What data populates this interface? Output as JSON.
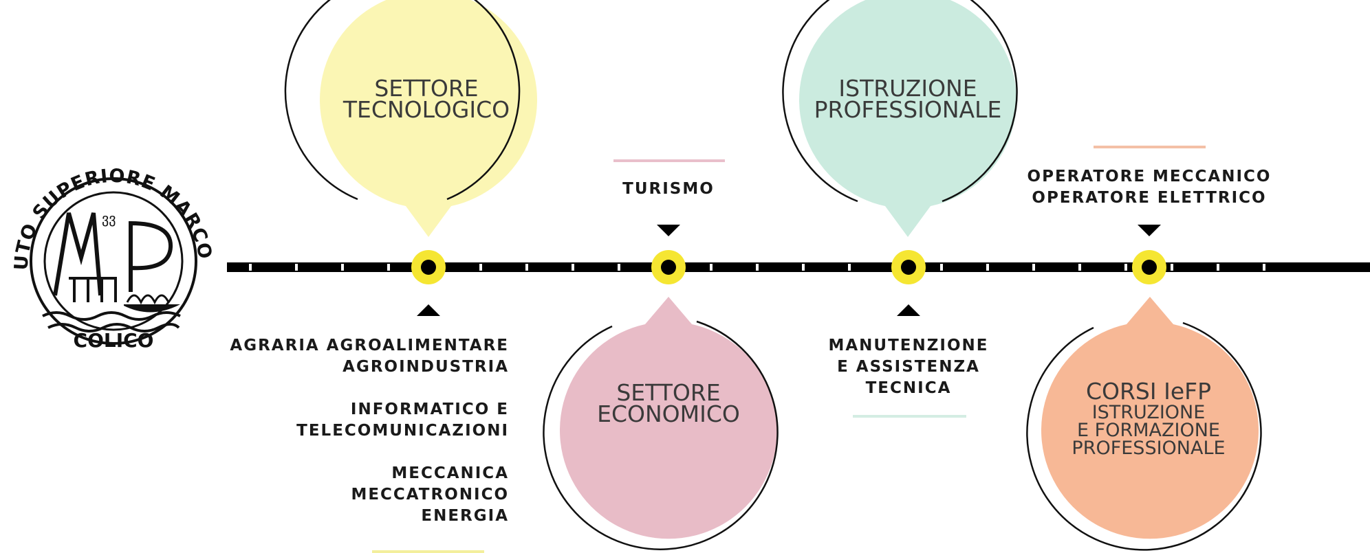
{
  "logo": {
    "text": "ISTITUTO SUPERIORE MARCO POLO",
    "bottom_text": "COLICO",
    "initials": "MP"
  },
  "sectors": [
    {
      "title_lines": [
        "SETTORE",
        "TECNOLOGICO"
      ],
      "color": "#fbf6b4",
      "items": [
        [
          "AGRARIA AGROALIMENTARE",
          "AGROINDUSTRIA"
        ],
        [
          "INFORMATICO E",
          "TELECOMUNICAZIONI"
        ],
        [
          "MECCANICA",
          "MECCATRONICO",
          "ENERGIA"
        ]
      ]
    },
    {
      "title_lines": [
        "SETTORE",
        "ECONOMICO"
      ],
      "color": "#e8bcc7",
      "items": [
        [
          "TURISMO"
        ]
      ]
    },
    {
      "title_lines": [
        "ISTRUZIONE",
        "PROFESSIONALE"
      ],
      "color": "#cbebdf",
      "items": [
        [
          "MANUTENZIONE",
          "E ASSISTENZA",
          "TECNICA"
        ]
      ]
    },
    {
      "title_lines": [
        "CORSI IeFP",
        "ISTRUZIONE",
        "E FORMAZIONE",
        "PROFESSIONALE"
      ],
      "color": "#f7b896",
      "items": [
        [
          "OPERATORE MECCANICO",
          "OPERATORE ELETTRICO"
        ]
      ]
    }
  ],
  "colors": {
    "timeline": "#000000",
    "node_ring": "#f5e632",
    "accent_yellow": "#f3ef9c",
    "accent_pink": "#e9bfcb",
    "accent_mint": "#d4ede3",
    "accent_peach": "#f4c0a6"
  }
}
